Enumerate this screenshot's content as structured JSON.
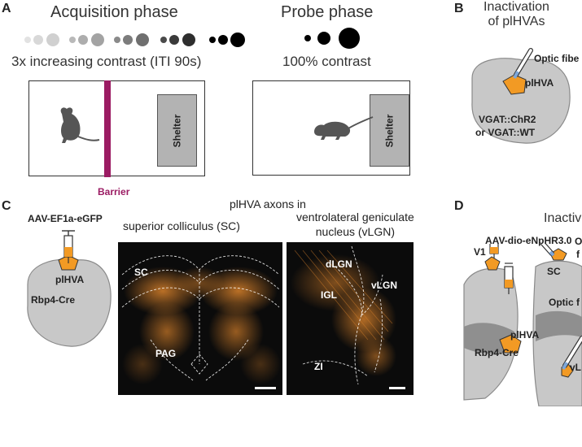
{
  "panels": {
    "a": {
      "letter": "A",
      "acquisition_title": "Acquisition phase",
      "acquisition_caption": "3x increasing contrast (ITI 90s)",
      "probe_title": "Probe phase",
      "probe_caption": "100% contrast",
      "barrier_label": "Barrier",
      "shelter_label_1": "Shelter",
      "shelter_label_2": "Shelter",
      "colors": {
        "barrier": "#9b1b63",
        "shelter": "#b3b3b3",
        "mouse": "#555555"
      }
    },
    "b": {
      "letter": "B",
      "title_line1": "Inactivation",
      "title_line2": "of plHVAs",
      "optic_fiber_label": "Optic fibe",
      "region_label": "plHVA",
      "genotype_line1": "VGAT::ChR2",
      "genotype_line2": "or VGAT::WT"
    },
    "c": {
      "letter": "C",
      "virus_label": "AAV-EF1a-eGFP",
      "injection_label": "plHVA",
      "mouse_line": "Rbp4-Cre",
      "heading": "plHVA axons in",
      "sc_caption": "superior colliculus (SC)",
      "vlgn_caption_line1": "ventrolateral geniculate",
      "vlgn_caption_line2": "nucleus (vLGN)",
      "sc_image_labels": {
        "sc": "SC",
        "pag": "PAG"
      },
      "vlgn_image_labels": {
        "dlgn": "dLGN",
        "vlgn": "vLGN",
        "igl": "IGL",
        "zi": "ZI"
      },
      "colors": {
        "axon": "#d9822b",
        "tissue": "#0b0b0b"
      }
    },
    "d": {
      "letter": "D",
      "title_partial": "Inactiv",
      "virus_label": "AAV-dio-eNpHR3.0",
      "v1_label": "V1",
      "sc_label": "SC",
      "region_label": "plHVA",
      "mouse_line": "Rbp4-Cre",
      "fiber_partial_1": "O",
      "fiber_partial_2": "f",
      "optic_partial": "Optic f",
      "vl_partial": "vL"
    }
  },
  "colors": {
    "brain": "#c8c8c8",
    "brain_outline": "#8a8a8a",
    "orange": "#f29a24",
    "fiber_tip": "#7da7d9"
  }
}
